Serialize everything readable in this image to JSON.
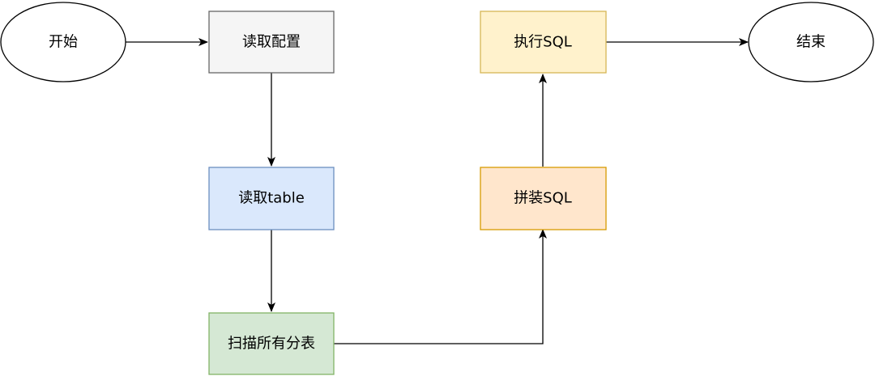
{
  "nodes": {
    "start": {
      "label": "开始",
      "shape": "ellipse",
      "fill": "#ffffff",
      "stroke": "#000000"
    },
    "read_config": {
      "label": "读取配置",
      "shape": "rect",
      "fill": "#f5f5f5",
      "stroke": "#666666"
    },
    "read_table": {
      "label": "读取table",
      "shape": "rect",
      "fill": "#dae8fc",
      "stroke": "#6c8ebf"
    },
    "scan_tables": {
      "label": "扫描所有分表",
      "shape": "rect",
      "fill": "#d5e8d4",
      "stroke": "#82b366"
    },
    "build_sql": {
      "label": "拼装SQL",
      "shape": "rect",
      "fill": "#ffe6cc",
      "stroke": "#d79b00"
    },
    "exec_sql": {
      "label": "执行SQL",
      "shape": "rect",
      "fill": "#fff2cc",
      "stroke": "#d6b656"
    },
    "end": {
      "label": "结束",
      "shape": "ellipse",
      "fill": "#ffffff",
      "stroke": "#000000"
    }
  },
  "edges": [
    {
      "from": "start",
      "to": "read_config"
    },
    {
      "from": "read_config",
      "to": "read_table"
    },
    {
      "from": "read_table",
      "to": "scan_tables"
    },
    {
      "from": "scan_tables",
      "to": "build_sql"
    },
    {
      "from": "build_sql",
      "to": "exec_sql"
    },
    {
      "from": "exec_sql",
      "to": "end"
    }
  ],
  "colors": {
    "edge": "#000000",
    "background": "#ffffff"
  }
}
